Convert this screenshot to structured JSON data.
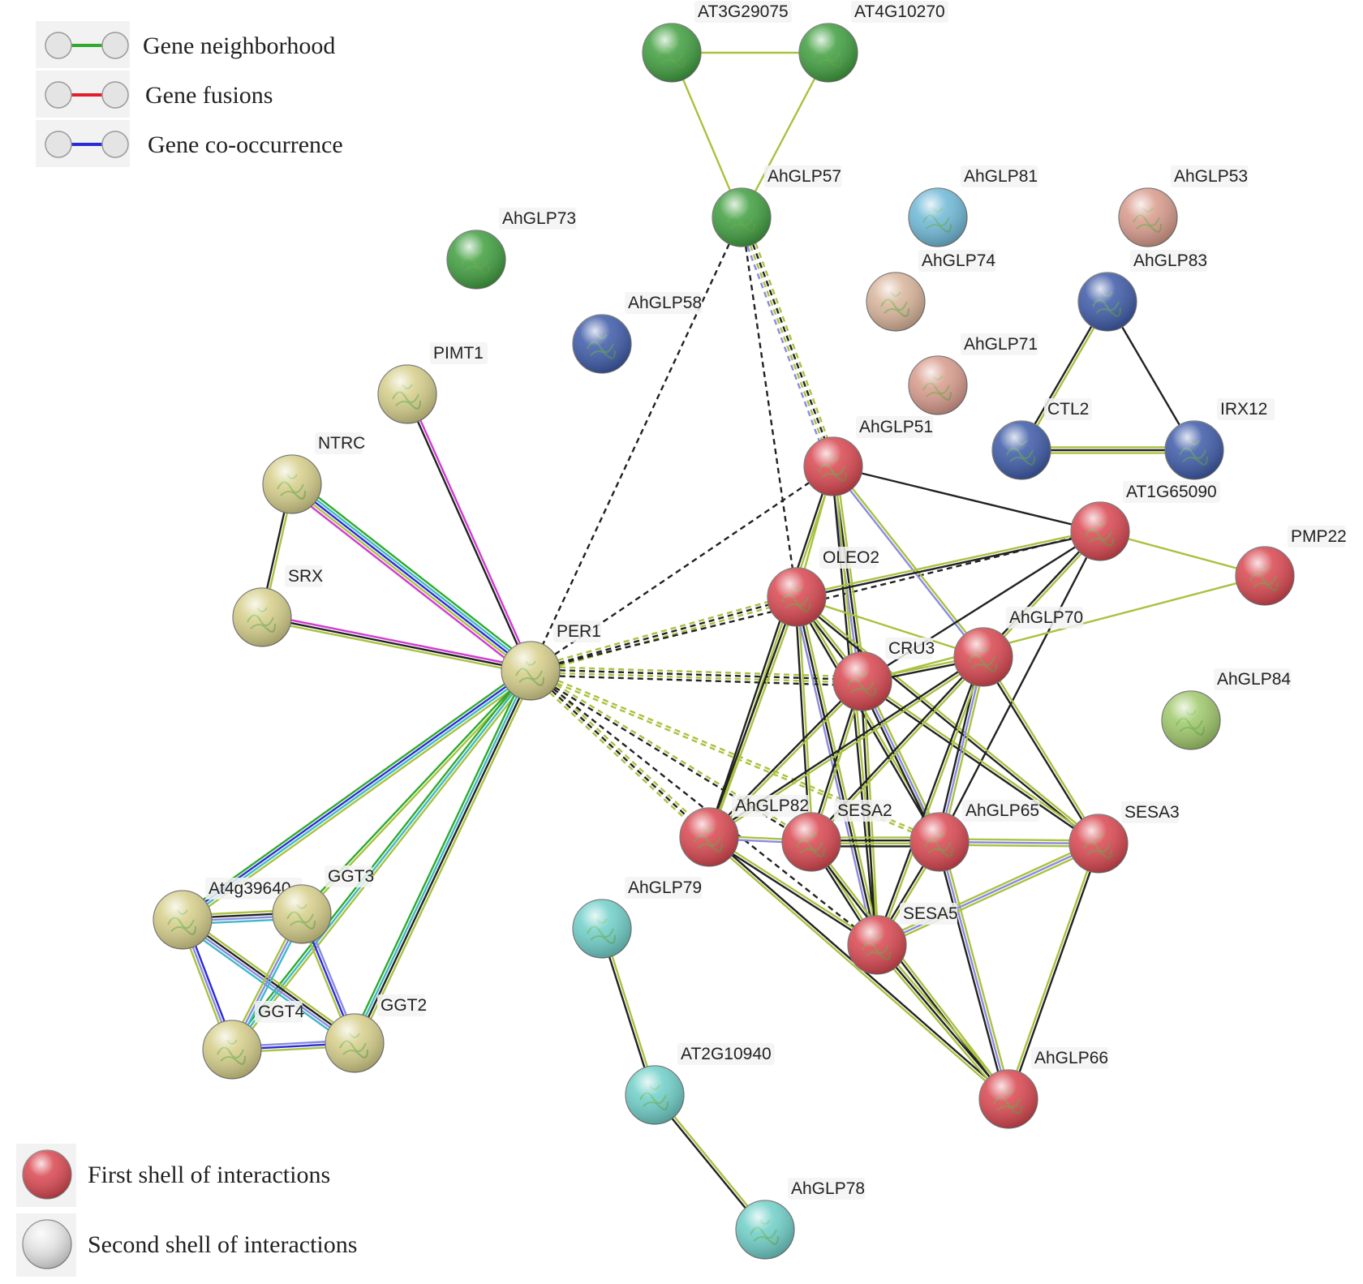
{
  "colors": {
    "green": "#3f9e3f",
    "teal": "#6fb9d8",
    "peach": "#d9b49a",
    "salmon": "#d99b8c",
    "blue": "#3d5aa8",
    "olive": "#d6cf8a",
    "red": "#d9464f",
    "cyan": "#6fcfc9",
    "lime": "#9fc86a",
    "edge_textmining": "#a9c23f",
    "edge_coexpression": "#222222",
    "edge_homology": "#8a8ae0",
    "edge_neighborhood": "#2eaa2e",
    "edge_fusion": "#e0202a",
    "edge_cooccurrence": "#2b2bd6",
    "edge_experiments": "#d23ad2",
    "edge_database": "#3fb8c8"
  },
  "legend_edges": [
    {
      "label": "Gene neighborhood",
      "color": "#2eaa2e"
    },
    {
      "label": "Gene fusions",
      "color": "#e0202a"
    },
    {
      "label": "Gene co-occurrence",
      "color": "#2b2bd6"
    }
  ],
  "legend_shells": [
    {
      "label": "First shell of interactions",
      "color": "#d9464f"
    },
    {
      "label": "Second shell of interactions",
      "color": "#e6e6e6"
    }
  ],
  "nodes": [
    {
      "id": "AT3G29075",
      "label": "AT3G29075",
      "color": "green"
    },
    {
      "id": "AT4G10270",
      "label": "AT4G10270",
      "color": "green"
    },
    {
      "id": "AhGLP57",
      "label": "AhGLP57",
      "color": "green"
    },
    {
      "id": "AhGLP73",
      "label": "AhGLP73",
      "color": "green"
    },
    {
      "id": "AhGLP81",
      "label": "AhGLP81",
      "color": "teal"
    },
    {
      "id": "AhGLP53",
      "label": "AhGLP53",
      "color": "salmon"
    },
    {
      "id": "AhGLP74",
      "label": "AhGLP74",
      "color": "peach"
    },
    {
      "id": "AhGLP83",
      "label": "AhGLP83",
      "color": "blue"
    },
    {
      "id": "AhGLP58",
      "label": "AhGLP58",
      "color": "blue"
    },
    {
      "id": "AhGLP71",
      "label": "AhGLP71",
      "color": "salmon"
    },
    {
      "id": "PIMT1",
      "label": "PIMT1",
      "color": "olive"
    },
    {
      "id": "CTL2",
      "label": "CTL2",
      "color": "blue"
    },
    {
      "id": "IRX12",
      "label": "IRX12",
      "color": "blue"
    },
    {
      "id": "NTRC",
      "label": "NTRC",
      "color": "olive"
    },
    {
      "id": "AhGLP51",
      "label": "AhGLP51",
      "color": "red"
    },
    {
      "id": "AT1G65090",
      "label": "AT1G65090",
      "color": "red"
    },
    {
      "id": "PMP22",
      "label": "PMP22",
      "color": "red"
    },
    {
      "id": "SRX",
      "label": "SRX",
      "color": "olive"
    },
    {
      "id": "OLEO2",
      "label": "OLEO2",
      "color": "red"
    },
    {
      "id": "AhGLP70",
      "label": "AhGLP70",
      "color": "red"
    },
    {
      "id": "PER1",
      "label": "PER1",
      "color": "olive"
    },
    {
      "id": "CRU3",
      "label": "CRU3",
      "color": "red"
    },
    {
      "id": "AhGLP84",
      "label": "AhGLP84",
      "color": "lime"
    },
    {
      "id": "AhGLP82",
      "label": "AhGLP82",
      "color": "red"
    },
    {
      "id": "SESA2",
      "label": "SESA2",
      "color": "red"
    },
    {
      "id": "AhGLP65",
      "label": "AhGLP65",
      "color": "red"
    },
    {
      "id": "SESA3",
      "label": "SESA3",
      "color": "red"
    },
    {
      "id": "At4g39640",
      "label": "At4g39640",
      "color": "olive"
    },
    {
      "id": "GGT3",
      "label": "GGT3",
      "color": "olive"
    },
    {
      "id": "AhGLP79",
      "label": "AhGLP79",
      "color": "cyan"
    },
    {
      "id": "SESA5",
      "label": "SESA5",
      "color": "red"
    },
    {
      "id": "GGT4",
      "label": "GGT4",
      "color": "olive"
    },
    {
      "id": "GGT2",
      "label": "GGT2",
      "color": "olive"
    },
    {
      "id": "AT2G10940",
      "label": "AT2G10940",
      "color": "cyan"
    },
    {
      "id": "AhGLP66",
      "label": "AhGLP66",
      "color": "red"
    },
    {
      "id": "AhGLP78",
      "label": "AhGLP78",
      "color": "cyan"
    }
  ],
  "edges": [
    {
      "source": "AT3G29075",
      "target": "AT4G10270",
      "channels": [
        "edge_textmining"
      ]
    },
    {
      "source": "AT3G29075",
      "target": "AhGLP57",
      "channels": [
        "edge_textmining"
      ]
    },
    {
      "source": "AT4G10270",
      "target": "AhGLP57",
      "channels": [
        "edge_textmining"
      ]
    },
    {
      "source": "AhGLP57",
      "target": "PER1",
      "channels": [
        "edge_coexpression"
      ],
      "dashed": true
    },
    {
      "source": "AhGLP57",
      "target": "OLEO2",
      "channels": [
        "edge_coexpression"
      ],
      "dashed": true
    },
    {
      "source": "AhGLP57",
      "target": "AhGLP51",
      "channels": [
        "edge_textmining",
        "edge_coexpression",
        "edge_textmining",
        "edge_homology"
      ],
      "dashed": true
    },
    {
      "source": "AhGLP83",
      "target": "CTL2",
      "channels": [
        "edge_textmining",
        "edge_coexpression"
      ]
    },
    {
      "source": "AhGLP83",
      "target": "IRX12",
      "channels": [
        "edge_coexpression"
      ]
    },
    {
      "source": "CTL2",
      "target": "IRX12",
      "channels": [
        "edge_textmining",
        "edge_coexpression",
        "edge_textmining"
      ]
    },
    {
      "source": "PIMT1",
      "target": "PER1",
      "channels": [
        "edge_experiments",
        "edge_coexpression"
      ]
    },
    {
      "source": "NTRC",
      "target": "PER1",
      "channels": [
        "edge_neighborhood",
        "edge_database",
        "edge_cooccurrence",
        "edge_textmining",
        "edge_experiments"
      ]
    },
    {
      "source": "NTRC",
      "target": "SRX",
      "channels": [
        "edge_textmining",
        "edge_coexpression"
      ]
    },
    {
      "source": "SRX",
      "target": "PER1",
      "channels": [
        "edge_experiments",
        "edge_coexpression",
        "edge_textmining"
      ]
    },
    {
      "source": "PER1",
      "target": "At4g39640",
      "channels": [
        "edge_textmining",
        "edge_database",
        "edge_cooccurrence",
        "edge_neighborhood"
      ]
    },
    {
      "source": "PER1",
      "target": "GGT3",
      "channels": [
        "edge_textmining",
        "edge_neighborhood"
      ]
    },
    {
      "source": "PER1",
      "target": "GGT4",
      "channels": [
        "edge_textmining",
        "edge_database",
        "edge_neighborhood"
      ]
    },
    {
      "source": "PER1",
      "target": "GGT2",
      "channels": [
        "edge_textmining",
        "edge_coexpression",
        "edge_database",
        "edge_neighborhood"
      ]
    },
    {
      "source": "At4g39640",
      "target": "GGT3",
      "channels": [
        "edge_textmining",
        "edge_coexpression",
        "edge_homology",
        "edge_database"
      ]
    },
    {
      "source": "At4g39640",
      "target": "GGT4",
      "channels": [
        "edge_cooccurrence",
        "edge_homology",
        "edge_textmining"
      ]
    },
    {
      "source": "At4g39640",
      "target": "GGT2",
      "channels": [
        "edge_textmining",
        "edge_coexpression",
        "edge_homology",
        "edge_database"
      ]
    },
    {
      "source": "GGT3",
      "target": "GGT4",
      "channels": [
        "edge_database",
        "edge_homology",
        "edge_textmining"
      ]
    },
    {
      "source": "GGT3",
      "target": "GGT2",
      "channels": [
        "edge_homology",
        "edge_cooccurrence",
        "edge_textmining"
      ]
    },
    {
      "source": "GGT4",
      "target": "GGT2",
      "channels": [
        "edge_homology",
        "edge_cooccurrence",
        "edge_textmining"
      ]
    },
    {
      "source": "PER1",
      "target": "AhGLP51",
      "channels": [
        "edge_coexpression"
      ],
      "dashed": true
    },
    {
      "source": "PER1",
      "target": "OLEO2",
      "channels": [
        "edge_textmining",
        "edge_coexpression",
        "edge_textmining"
      ],
      "dashed": true
    },
    {
      "source": "PER1",
      "target": "CRU3",
      "channels": [
        "edge_textmining",
        "edge_coexpression",
        "edge_textmining",
        "edge_coexpression"
      ],
      "dashed": true
    },
    {
      "source": "PER1",
      "target": "AT1G65090",
      "channels": [
        "edge_coexpression"
      ],
      "dashed": true
    },
    {
      "source": "PER1",
      "target": "AhGLP82",
      "channels": [
        "edge_textmining",
        "edge_coexpression",
        "edge_textmining"
      ],
      "dashed": true
    },
    {
      "source": "PER1",
      "target": "SESA2",
      "channels": [
        "edge_textmining",
        "edge_coexpression"
      ],
      "dashed": true
    },
    {
      "source": "PER1",
      "target": "AhGLP65",
      "channels": [
        "edge_textmining",
        "edge_textmining"
      ],
      "dashed": true
    },
    {
      "source": "PER1",
      "target": "SESA5",
      "channels": [
        "edge_coexpression"
      ],
      "dashed": true
    },
    {
      "source": "AhGLP51",
      "target": "AT1G65090",
      "channels": [
        "edge_coexpression"
      ]
    },
    {
      "source": "AhGLP51",
      "target": "OLEO2",
      "channels": [
        "edge_textmining"
      ]
    },
    {
      "source": "AhGLP51",
      "target": "CRU3",
      "channels": [
        "edge_textmining",
        "edge_coexpression",
        "edge_homology"
      ]
    },
    {
      "source": "AhGLP51",
      "target": "AhGLP70",
      "channels": [
        "edge_textmining",
        "edge_homology"
      ]
    },
    {
      "source": "AhGLP51",
      "target": "AhGLP82",
      "channels": [
        "edge_textmining",
        "edge_coexpression"
      ]
    },
    {
      "source": "AhGLP51",
      "target": "SESA5",
      "channels": [
        "edge_textmining",
        "edge_coexpression"
      ]
    },
    {
      "source": "AT1G65090",
      "target": "PMP22",
      "channels": [
        "edge_textmining"
      ]
    },
    {
      "source": "AT1G65090",
      "target": "OLEO2",
      "channels": [
        "edge_coexpression",
        "edge_textmining"
      ]
    },
    {
      "source": "AT1G65090",
      "target": "CRU3",
      "channels": [
        "edge_coexpression"
      ]
    },
    {
      "source": "AT1G65090",
      "target": "AhGLP70",
      "channels": [
        "edge_textmining",
        "edge_coexpression"
      ]
    },
    {
      "source": "AT1G65090",
      "target": "AhGLP65",
      "channels": [
        "edge_coexpression"
      ]
    },
    {
      "source": "PMP22",
      "target": "CRU3",
      "channels": [
        "edge_textmining"
      ]
    },
    {
      "source": "OLEO2",
      "target": "CRU3",
      "channels": [
        "edge_textmining",
        "edge_coexpression"
      ]
    },
    {
      "source": "OLEO2",
      "target": "AhGLP70",
      "channels": [
        "edge_textmining"
      ]
    },
    {
      "source": "OLEO2",
      "target": "AhGLP82",
      "channels": [
        "edge_textmining",
        "edge_coexpression"
      ]
    },
    {
      "source": "OLEO2",
      "target": "SESA2",
      "channels": [
        "edge_textmining",
        "edge_coexpression"
      ]
    },
    {
      "source": "OLEO2",
      "target": "AhGLP65",
      "channels": [
        "edge_textmining",
        "edge_coexpression"
      ]
    },
    {
      "source": "OLEO2",
      "target": "SESA3",
      "channels": [
        "edge_textmining",
        "edge_coexpression"
      ]
    },
    {
      "source": "OLEO2",
      "target": "SESA5",
      "channels": [
        "edge_textmining",
        "edge_coexpression",
        "edge_homology"
      ]
    },
    {
      "source": "CRU3",
      "target": "AhGLP70",
      "channels": [
        "edge_textmining",
        "edge_coexpression"
      ]
    },
    {
      "source": "CRU3",
      "target": "AhGLP82",
      "channels": [
        "edge_textmining",
        "edge_coexpression"
      ]
    },
    {
      "source": "CRU3",
      "target": "SESA2",
      "channels": [
        "edge_textmining",
        "edge_coexpression"
      ]
    },
    {
      "source": "CRU3",
      "target": "AhGLP65",
      "channels": [
        "edge_textmining",
        "edge_homology",
        "edge_coexpression"
      ]
    },
    {
      "source": "CRU3",
      "target": "SESA3",
      "channels": [
        "edge_textmining",
        "edge_coexpression"
      ]
    },
    {
      "source": "CRU3",
      "target": "SESA5",
      "channels": [
        "edge_textmining",
        "edge_coexpression"
      ]
    },
    {
      "source": "AhGLP70",
      "target": "AhGLP82",
      "channels": [
        "edge_textmining",
        "edge_coexpression"
      ]
    },
    {
      "source": "AhGLP70",
      "target": "SESA2",
      "channels": [
        "edge_textmining",
        "edge_coexpression"
      ]
    },
    {
      "source": "AhGLP70",
      "target": "AhGLP65",
      "channels": [
        "edge_textmining",
        "edge_homology",
        "edge_coexpression"
      ]
    },
    {
      "source": "AhGLP70",
      "target": "SESA3",
      "channels": [
        "edge_textmining",
        "edge_coexpression"
      ]
    },
    {
      "source": "AhGLP70",
      "target": "SESA5",
      "channels": [
        "edge_textmining",
        "edge_coexpression"
      ]
    },
    {
      "source": "AhGLP82",
      "target": "SESA2",
      "channels": [
        "edge_textmining",
        "edge_homology"
      ]
    },
    {
      "source": "AhGLP82",
      "target": "SESA5",
      "channels": [
        "edge_textmining",
        "edge_coexpression"
      ]
    },
    {
      "source": "AhGLP82",
      "target": "AhGLP66",
      "channels": [
        "edge_coexpression",
        "edge_textmining"
      ]
    },
    {
      "source": "SESA2",
      "target": "AhGLP65",
      "channels": [
        "edge_textmining",
        "edge_coexpression",
        "edge_textmining",
        "edge_coexpression"
      ]
    },
    {
      "source": "SESA2",
      "target": "SESA5",
      "channels": [
        "edge_textmining",
        "edge_coexpression"
      ]
    },
    {
      "source": "SESA2",
      "target": "AhGLP66",
      "channels": [
        "edge_textmining",
        "edge_coexpression"
      ]
    },
    {
      "source": "AhGLP65",
      "target": "SESA3",
      "channels": [
        "edge_textmining",
        "edge_homology",
        "edge_textmining"
      ]
    },
    {
      "source": "AhGLP65",
      "target": "SESA5",
      "channels": [
        "edge_textmining",
        "edge_coexpression"
      ]
    },
    {
      "source": "AhGLP65",
      "target": "AhGLP66",
      "channels": [
        "edge_textmining",
        "edge_homology",
        "edge_coexpression"
      ]
    },
    {
      "source": "SESA3",
      "target": "SESA5",
      "channels": [
        "edge_textmining",
        "edge_homology",
        "edge_textmining"
      ]
    },
    {
      "source": "SESA3",
      "target": "AhGLP66",
      "channels": [
        "edge_coexpression",
        "edge_textmining"
      ]
    },
    {
      "source": "SESA5",
      "target": "AhGLP66",
      "channels": [
        "edge_textmining",
        "edge_coexpression",
        "edge_textmining"
      ]
    },
    {
      "source": "AhGLP79",
      "target": "AT2G10940",
      "channels": [
        "edge_textmining",
        "edge_coexpression"
      ]
    },
    {
      "source": "AT2G10940",
      "target": "AhGLP78",
      "channels": [
        "edge_textmining",
        "edge_coexpression"
      ]
    }
  ]
}
